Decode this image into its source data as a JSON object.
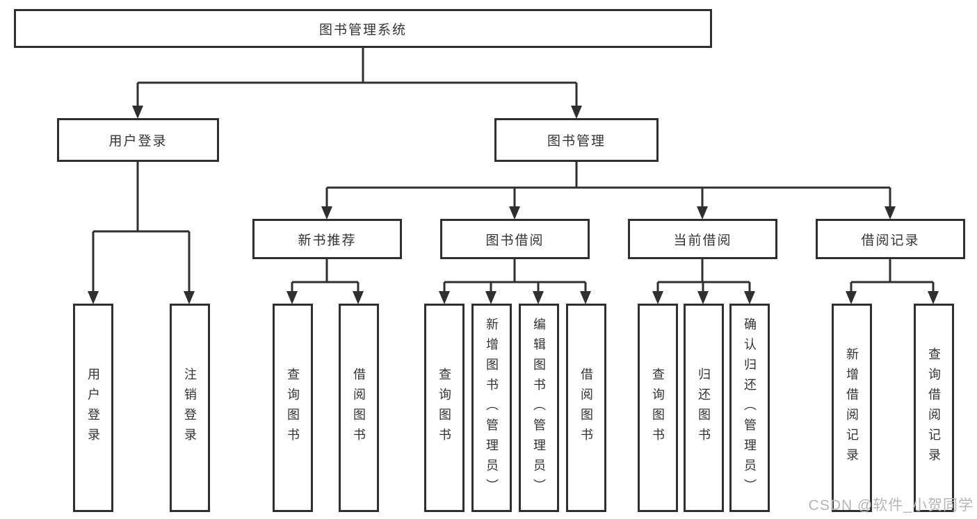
{
  "diagram": {
    "type": "hierarchy-tree",
    "tree": {
      "label": "图书管理系统",
      "children": [
        {
          "label": "用户登录",
          "children": [
            {
              "label": "用户登录"
            },
            {
              "label": "注销登录"
            }
          ]
        },
        {
          "label": "图书管理",
          "children": [
            {
              "label": "新书推荐",
              "children": [
                {
                  "label": "查询图书"
                },
                {
                  "label": "借阅图书"
                }
              ]
            },
            {
              "label": "图书借阅",
              "children": [
                {
                  "label": "查询图书"
                },
                {
                  "label": "新增图书（管理员）"
                },
                {
                  "label": "编辑图书（管理员）"
                },
                {
                  "label": "借阅图书"
                }
              ]
            },
            {
              "label": "当前借阅",
              "children": [
                {
                  "label": "查询图书"
                },
                {
                  "label": "归还图书"
                },
                {
                  "label": "确认归还（管理员）"
                }
              ]
            },
            {
              "label": "借阅记录",
              "children": [
                {
                  "label": "新增借阅记录"
                },
                {
                  "label": "查询借阅记录"
                }
              ]
            }
          ]
        }
      ]
    },
    "watermark": "CSDN @软件_小贺同学",
    "colors": {
      "line": "#2f2f2f",
      "text": "#333333",
      "watermark": "#b5b5b5",
      "background": "#ffffff"
    }
  }
}
